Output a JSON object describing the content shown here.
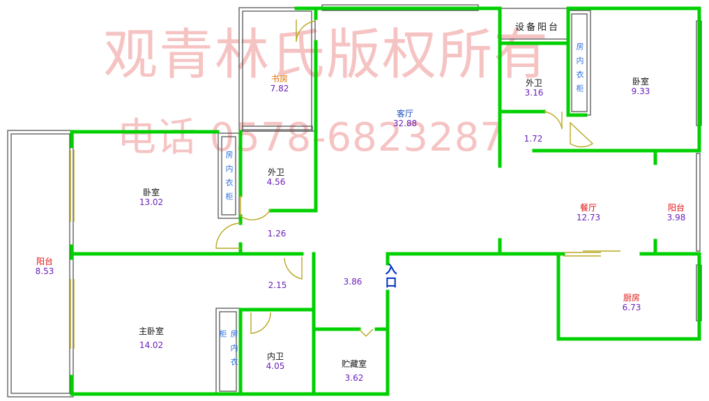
{
  "watermark": {
    "line1": "观青林氏版权所有",
    "line2": "电话 0578-6823287"
  },
  "entrance": "入口",
  "equipment_balcony": "设备阳台",
  "closet_text": "房内衣柜",
  "rooms": {
    "study": {
      "name": "书房",
      "area": "7.82"
    },
    "living": {
      "name": "客厅",
      "area": "32.88"
    },
    "bath_top": {
      "name": "外卫",
      "area": "3.16"
    },
    "bedroom_tr": {
      "name": "卧室",
      "area": "9.33"
    },
    "hall_tr": {
      "area": "1.72"
    },
    "bedroom_left": {
      "name": "卧室",
      "area": "13.02"
    },
    "bath_mid": {
      "name": "外卫",
      "area": "4.56"
    },
    "hall_mid": {
      "area": "1.26"
    },
    "dining": {
      "name": "餐厅",
      "area": "12.73"
    },
    "balcony_right": {
      "name": "阳台",
      "area": "3.98"
    },
    "balcony_left": {
      "name": "阳台",
      "area": "8.53"
    },
    "hall_low": {
      "area": "2.15"
    },
    "hall_entry": {
      "area": "3.86"
    },
    "kitchen": {
      "name": "厨房",
      "area": "6.73"
    },
    "master": {
      "name": "主卧室",
      "area": "14.02"
    },
    "bath_inner": {
      "name": "内卫",
      "area": "4.05"
    },
    "storage": {
      "name": "贮藏室",
      "area": "3.62"
    }
  },
  "colors": {
    "wall": "#00d000",
    "outline": "#555555",
    "door": "#b8a820",
    "room_name": "#1f4fbf",
    "area": "#6a1fb8",
    "watermark": "#f6c3c3"
  }
}
